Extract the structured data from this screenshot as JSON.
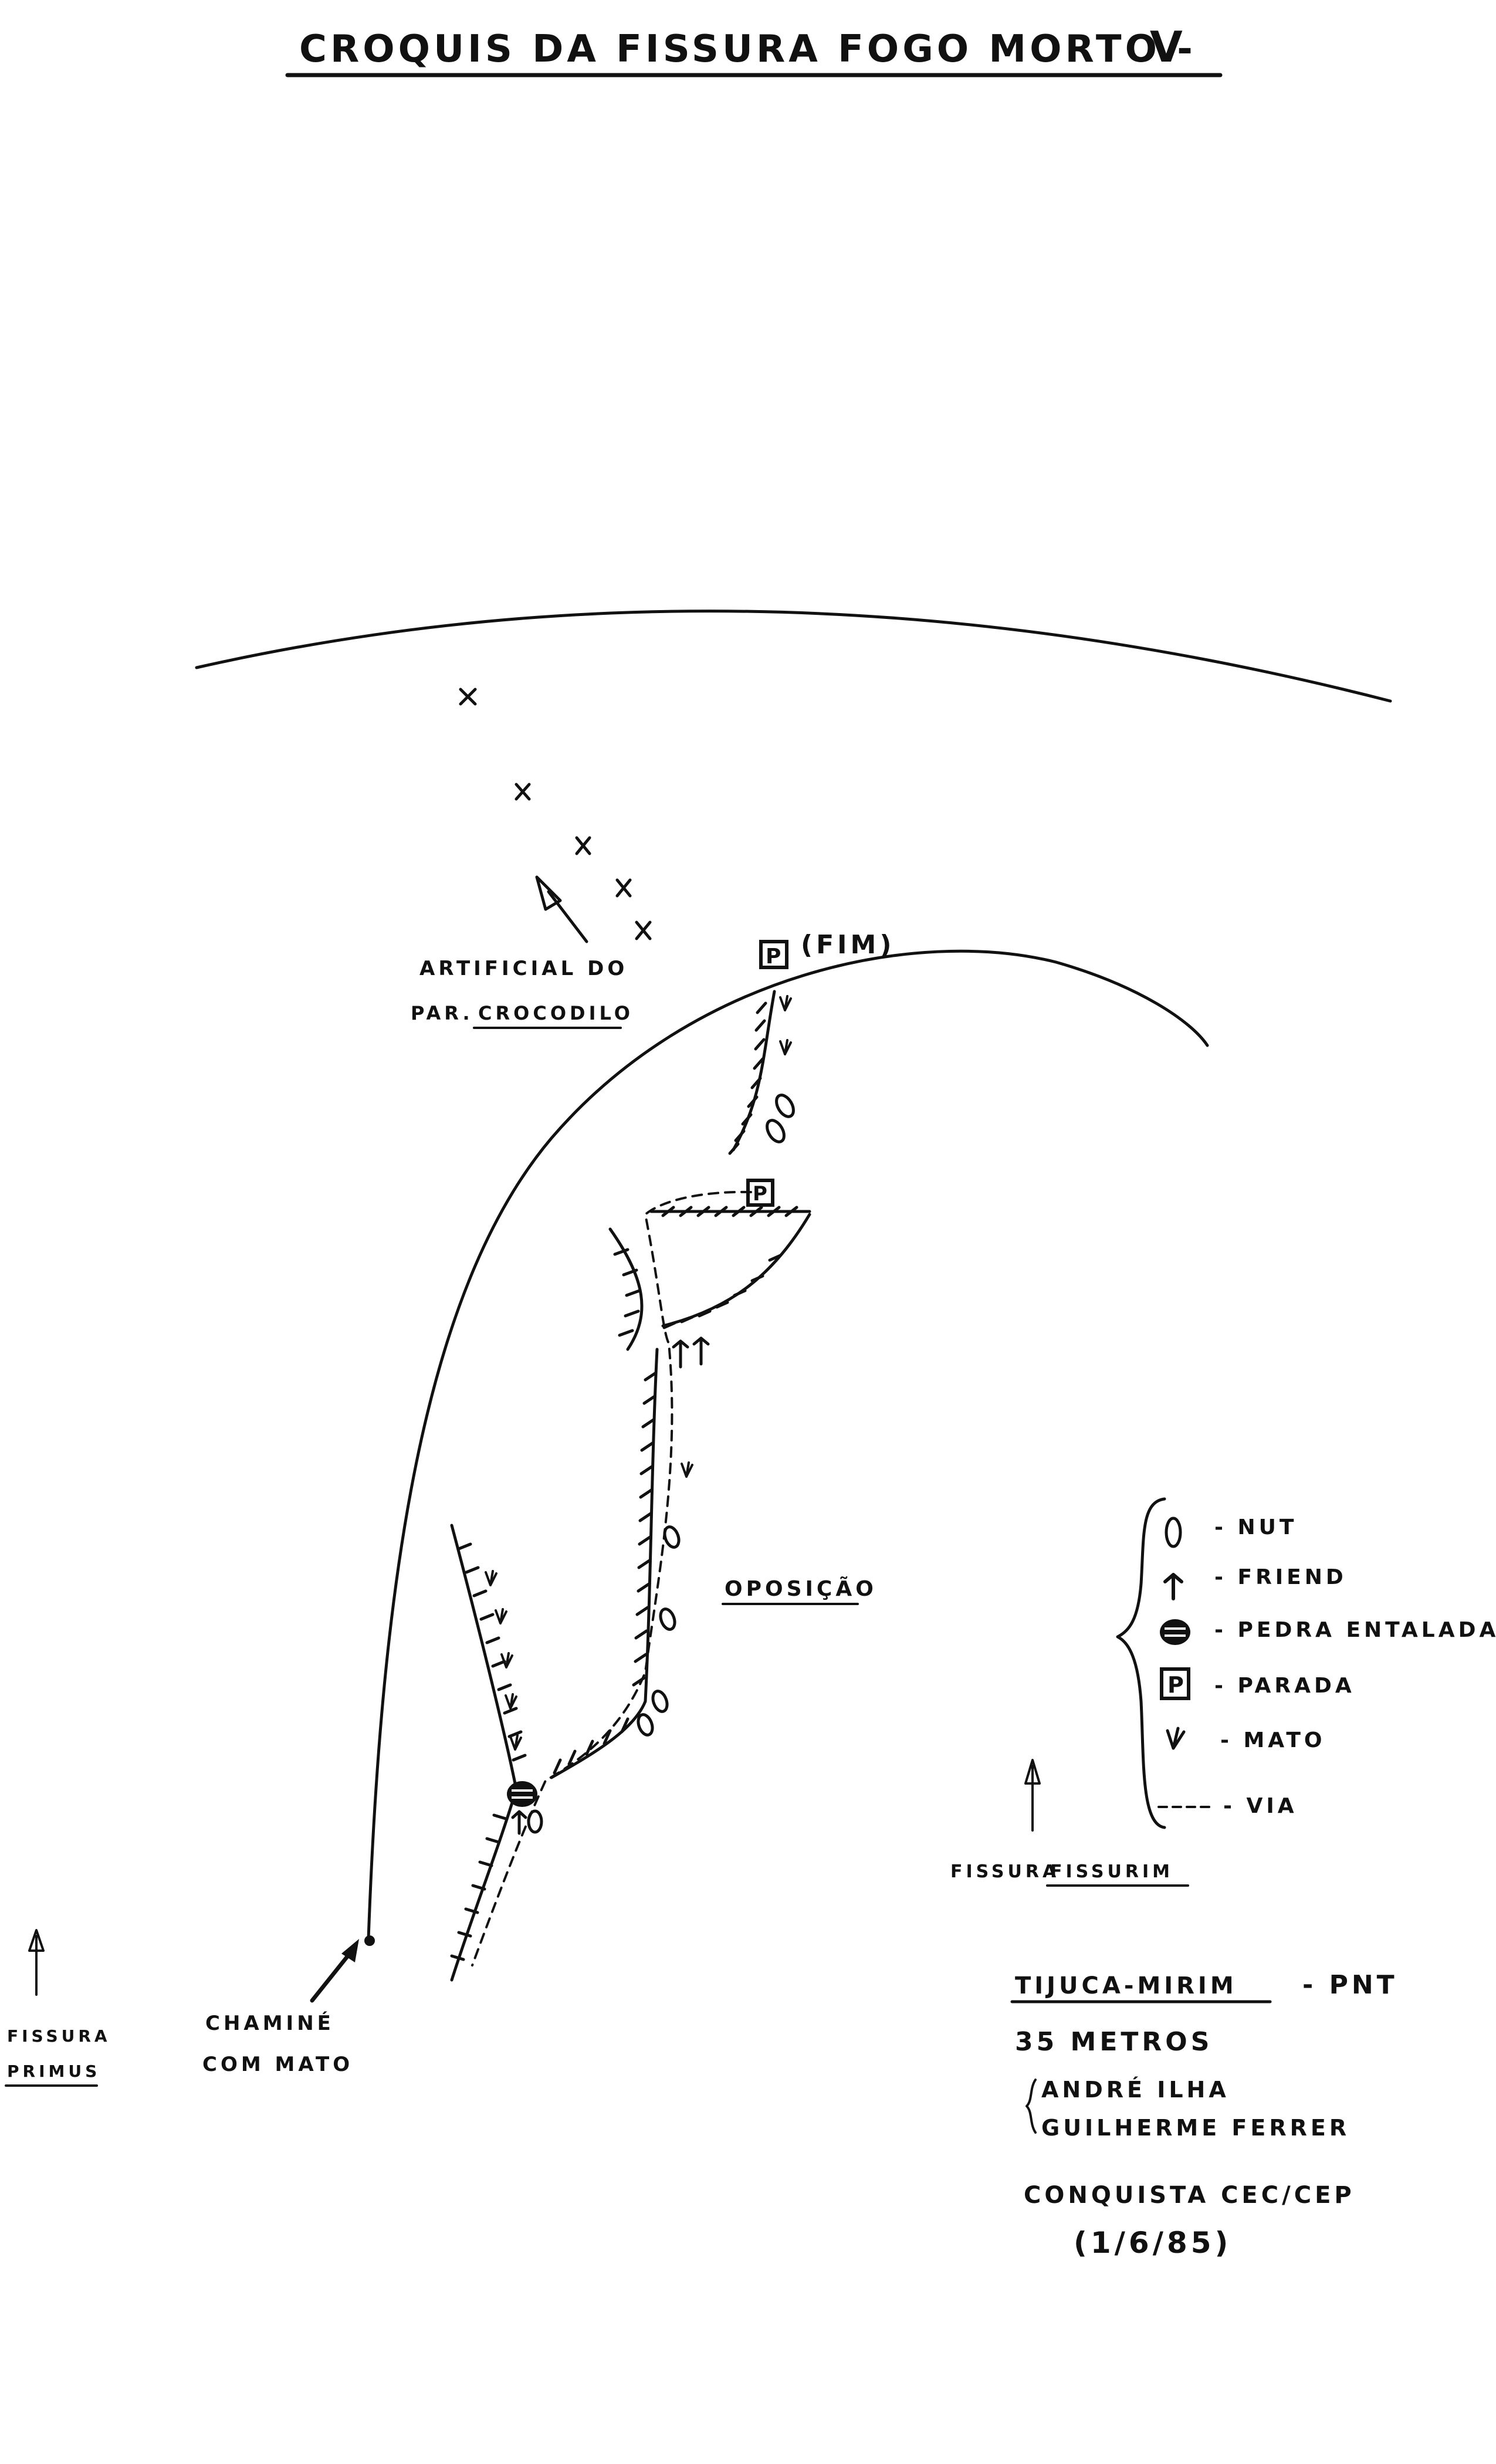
{
  "title": "CROQUIS DA FISSURA FOGO MORTO -",
  "grade": "V",
  "labels": {
    "end": "(FIM)",
    "artificial_line1": "ARTIFICIAL DO",
    "artificial_line2_prefix": "PAR.",
    "artificial_line2_name": "CROCODILO",
    "oposicao": "OPOSIÇÃO",
    "chimney_line1": "CHAMINÉ",
    "chimney_line2": "COM MATO",
    "primus_line1": "FISSURA",
    "primus_line2": "PRIMUS",
    "fissurim_prefix": "FISSURA",
    "fissurim_name": "FISSURIM"
  },
  "legend": [
    {
      "symbol": "nut-icon",
      "label": "- NUT"
    },
    {
      "symbol": "friend-icon",
      "label": "- FRIEND"
    },
    {
      "symbol": "chockstone-icon",
      "label": "- PEDRA ENTALADA"
    },
    {
      "symbol": "belay-icon",
      "label": "- PARADA"
    },
    {
      "symbol": "grass-icon",
      "label": "- MATO"
    },
    {
      "symbol": "route-line-icon",
      "label": "- VIA"
    }
  ],
  "info": {
    "location": "TIJUCA-MIRIM",
    "park": "- PNT",
    "length": "35 METROS",
    "climber1": "ANDRÉ ILHA",
    "climber2": "GUILHERME FERRER",
    "conquest": "CONQUISTA CEC/CEP",
    "date": "(1/6/85)"
  },
  "belay_letter": "P"
}
